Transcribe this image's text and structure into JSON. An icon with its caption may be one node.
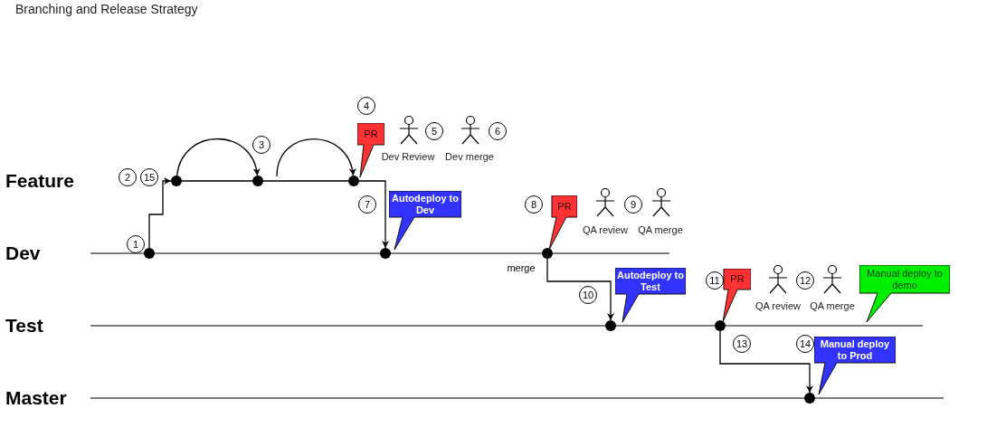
{
  "diagram": {
    "title": "Branching and Release Strategy",
    "nodes": [
      {
        "text": [
          "PR"
        ]
      },
      {
        "text": [],
        "shape": "circle"
      },
      {
        "text": [],
        "shape": "circle"
      },
      {
        "text": [],
        "shape": "circle"
      },
      {
        "text": [
          "Autodeploy to Dev"
        ]
      },
      {
        "text": [
          "PR"
        ]
      },
      {
        "text": [],
        "shape": "circle"
      },
      {
        "text": [],
        "shape": "circle"
      },
      {
        "text": [],
        "shape": "circle"
      },
      {
        "text": [
          "Autodeploy to Test"
        ]
      },
      {
        "text": [
          "PR"
        ]
      },
      {
        "text": [
          "Manual deploy to demo"
        ]
      },
      {
        "text": [],
        "shape": "circle"
      },
      {
        "text": [],
        "shape": "circle"
      },
      {
        "text": [
          "Manual deploy to Prod"
        ]
      },
      {
        "text": [],
        "shape": "circle"
      }
    ],
    "edges": [
      {
        "from": 1,
        "to": 2,
        "arrow": "none"
      },
      {
        "from": 2,
        "to": 3,
        "arrow": "none"
      },
      {
        "from": 1,
        "to": 2,
        "arrow": "to"
      },
      {
        "from": null,
        "to": 3,
        "arrow": "to"
      },
      {
        "from": 6,
        "to": 1,
        "arrow": "to"
      },
      {
        "from": 3,
        "to": 7,
        "arrow": "to"
      },
      {
        "from": 8,
        "to": 12,
        "arrow": "to",
        "label": "merge"
      },
      {
        "from": 13,
        "to": 15,
        "arrow": "to"
      }
    ],
    "labels": [
      "4",
      "3",
      "5",
      "6",
      "Dev Review",
      "Dev merge",
      "2",
      "15",
      "Feature",
      "7",
      "8",
      "9",
      "QA review",
      "QA merge",
      "1",
      "Dev",
      "10",
      "11",
      "12",
      "QA review",
      "QA merge",
      "Test",
      "13",
      "14",
      "Master"
    ]
  }
}
